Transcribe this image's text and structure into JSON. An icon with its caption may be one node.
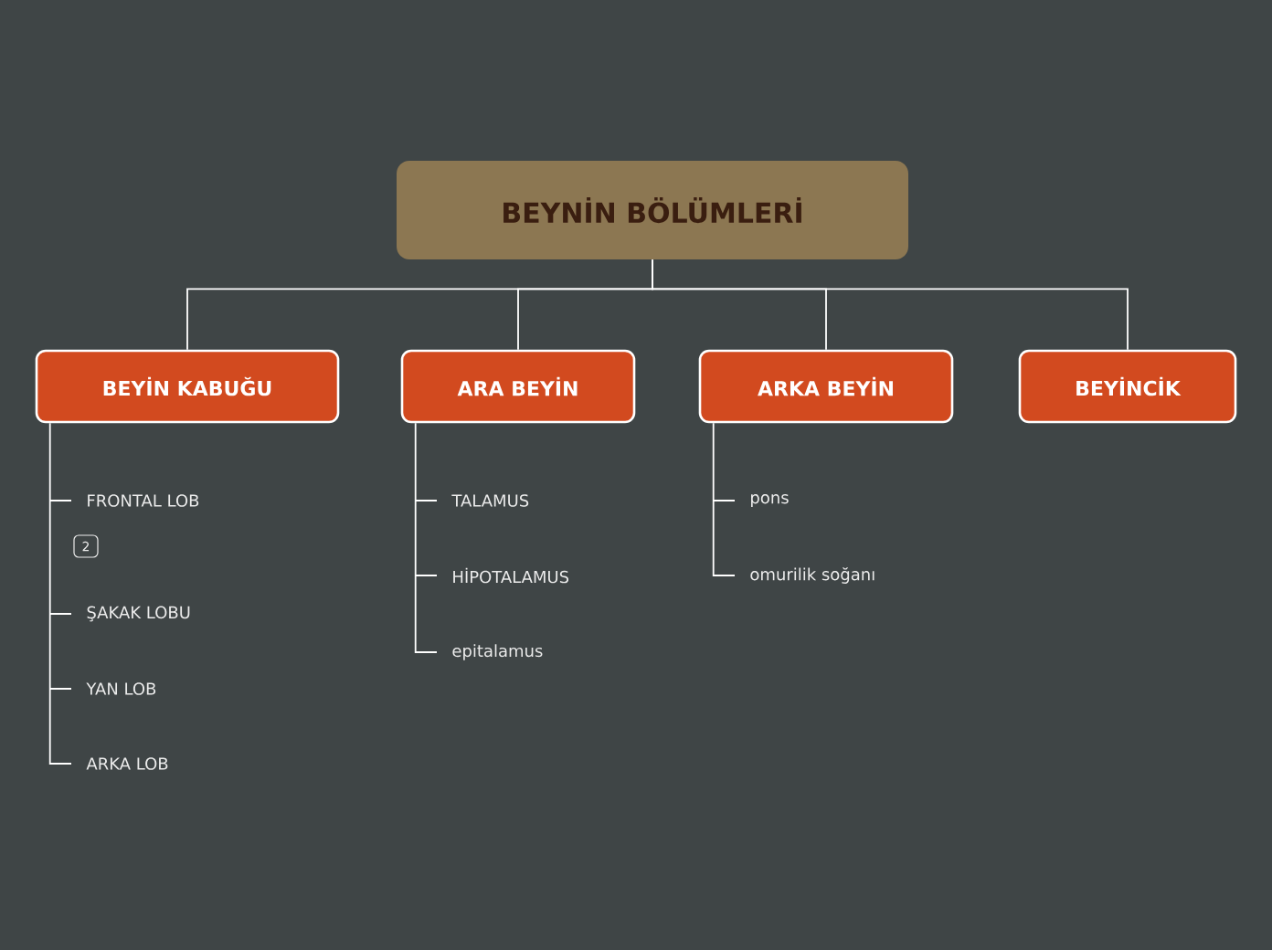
{
  "diagram": {
    "nodes": [
      {
        "text": [
          "BEYNİN BÖLÜMLERİ"
        ]
      },
      {
        "text": [
          "BEYİN KABUĞU"
        ]
      },
      {
        "text": [
          "ARA BEYİN"
        ]
      },
      {
        "text": [
          "ARKA BEYİN"
        ]
      },
      {
        "text": [
          "BEYİNCİK"
        ]
      },
      {
        "text": [
          "FRONTAL LOB"
        ],
        "beside": [
          "2"
        ]
      },
      {
        "text": [
          "ŞAKAK LOBU"
        ]
      },
      {
        "text": [
          "YAN LOB"
        ]
      },
      {
        "text": [
          "ARKA LOB"
        ]
      },
      {
        "text": [
          "TALAMUS"
        ]
      },
      {
        "text": [
          "HİPOTALAMUS"
        ]
      },
      {
        "text": [
          "epitalamus"
        ]
      },
      {
        "text": [
          "pons"
        ]
      },
      {
        "text": [
          "omurilik soğanı"
        ]
      }
    ],
    "edges": [
      {
        "from": 0,
        "to": 1,
        "arrow": "none"
      },
      {
        "from": 0,
        "to": 2,
        "arrow": "none"
      },
      {
        "from": 0,
        "to": 3,
        "arrow": "none"
      },
      {
        "from": 0,
        "to": 4,
        "arrow": "none"
      },
      {
        "from": 1,
        "to": 5,
        "arrow": "none"
      },
      {
        "from": 1,
        "to": 6,
        "arrow": "none"
      },
      {
        "from": 1,
        "to": 7,
        "arrow": "none"
      },
      {
        "from": 1,
        "to": 8,
        "arrow": "none"
      },
      {
        "from": 2,
        "to": 9,
        "arrow": "none"
      },
      {
        "from": 2,
        "to": 10,
        "arrow": "none"
      },
      {
        "from": 2,
        "to": 11,
        "arrow": "none"
      },
      {
        "from": 3,
        "to": 12,
        "arrow": "none"
      },
      {
        "from": 3,
        "to": 13,
        "arrow": "none"
      }
    ]
  }
}
